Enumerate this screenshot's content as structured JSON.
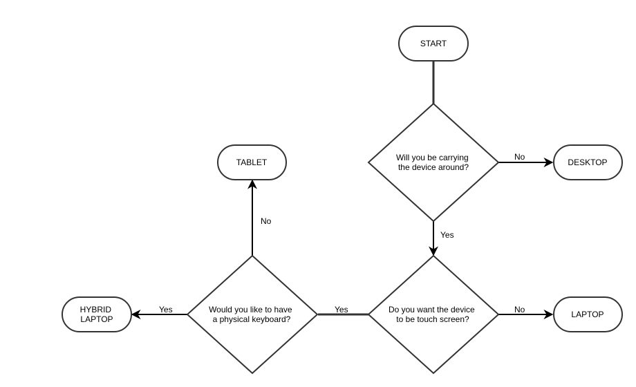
{
  "diagram": {
    "nodes": {
      "start": {
        "label": "START",
        "shape": "terminal"
      },
      "carry_question": {
        "label_lines": [
          "Will you be carrying",
          "the device around?"
        ],
        "shape": "decision"
      },
      "desktop": {
        "label": "DESKTOP",
        "shape": "terminal"
      },
      "touch_question": {
        "label_lines": [
          "Do you want the device",
          "to be touch screen?"
        ],
        "shape": "decision"
      },
      "laptop": {
        "label": "LAPTOP",
        "shape": "terminal"
      },
      "keyboard_question": {
        "label_lines": [
          "Would you like to have",
          "a physical keyboard?"
        ],
        "shape": "decision"
      },
      "tablet": {
        "label": "TABLET",
        "shape": "terminal"
      },
      "hybrid_laptop": {
        "label_lines": [
          "HYBRID",
          "LAPTOP"
        ],
        "shape": "terminal"
      }
    },
    "edges": {
      "start_to_carry": {
        "from": "start",
        "to": "carry_question",
        "label": ""
      },
      "carry_no": {
        "from": "carry_question",
        "to": "desktop",
        "label": "No"
      },
      "carry_yes": {
        "from": "carry_question",
        "to": "touch_question",
        "label": "Yes"
      },
      "touch_no": {
        "from": "touch_question",
        "to": "laptop",
        "label": "No"
      },
      "touch_yes": {
        "from": "touch_question",
        "to": "keyboard_question",
        "label": "Yes"
      },
      "keyboard_no": {
        "from": "keyboard_question",
        "to": "tablet",
        "label": "No"
      },
      "keyboard_yes": {
        "from": "keyboard_question",
        "to": "hybrid_laptop",
        "label": "Yes"
      }
    }
  }
}
